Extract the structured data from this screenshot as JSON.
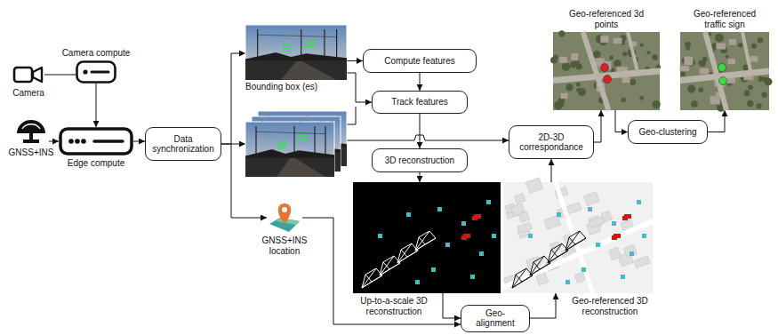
{
  "diagram": {
    "nodes": [
      {
        "text": [
          "Camera"
        ]
      },
      {
        "text": [
          "Camera compute"
        ]
      },
      {
        "text": [
          "GNSS+INS"
        ]
      },
      {
        "text": [
          "Edge compute"
        ]
      },
      {
        "text": [
          "Data synchronization"
        ]
      },
      {
        "text": [
          "Bounding box (es)"
        ]
      },
      {
        "text": [
          "Compute features"
        ]
      },
      {
        "text": [
          "Track features"
        ]
      },
      {
        "text": [
          "2D-3D correspondance"
        ]
      },
      {
        "text": [
          "3D reconstruction"
        ]
      },
      {
        "text": [
          "Geo-referenced 3d points"
        ]
      },
      {
        "text": [
          "Geo-referenced traffic sign"
        ]
      },
      {
        "text": [
          "Geo-clustering"
        ]
      },
      {
        "text": [
          "GNSS+INS location"
        ]
      },
      {
        "text": [
          "Up-to-a-scale 3D reconstruction"
        ]
      },
      {
        "text": [
          "Geo-referenced 3D reconstruction"
        ]
      },
      {
        "text": [
          "Geo-alignment"
        ]
      }
    ],
    "edges": [
      {
        "from": 0,
        "to": 1,
        "arrow": "none"
      },
      {
        "from": 1,
        "to": 3,
        "arrow": "to"
      },
      {
        "from": 2,
        "to": 3,
        "arrow": "to"
      },
      {
        "from": 3,
        "to": 4,
        "arrow": "to"
      },
      {
        "from": 4,
        "to": 5,
        "arrow": "to"
      },
      {
        "from": 4,
        "to": 13,
        "arrow": "to"
      },
      {
        "from": 5,
        "to": 6,
        "arrow": "to"
      },
      {
        "from": 5,
        "to": 7,
        "arrow": "to"
      },
      {
        "from": 5,
        "to": 8,
        "arrow": "to"
      },
      {
        "from": 6,
        "to": 7,
        "arrow": "to"
      },
      {
        "from": 7,
        "to": 9,
        "arrow": "to"
      },
      {
        "from": 9,
        "to": 14,
        "arrow": "to"
      },
      {
        "from": 14,
        "to": 16,
        "arrow": "to"
      },
      {
        "from": 13,
        "to": 16,
        "arrow": "to"
      },
      {
        "from": 16,
        "to": 15,
        "arrow": "to"
      },
      {
        "from": 15,
        "to": 8,
        "arrow": "to"
      },
      {
        "from": 8,
        "to": 10,
        "arrow": "to"
      },
      {
        "from": 10,
        "to": 12,
        "arrow": "to"
      },
      {
        "from": 12,
        "to": 11,
        "arrow": "to"
      }
    ]
  }
}
